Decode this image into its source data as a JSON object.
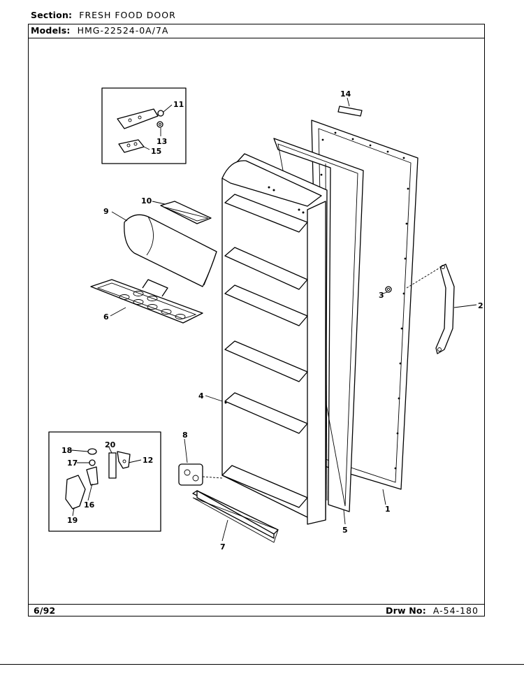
{
  "header": {
    "section_label": "Section:",
    "section_value": "FRESH FOOD DOOR",
    "models_label": "Models:",
    "models_value": "HMG-22524-0A/7A"
  },
  "footer": {
    "date": "6/92",
    "drawing_label": "Drw No:",
    "drawing_value": "A-54-180"
  },
  "callouts": {
    "c1": "1",
    "c2": "2",
    "c3": "3",
    "c4": "4",
    "c5": "5",
    "c6": "6",
    "c7": "7",
    "c8": "8",
    "c9": "9",
    "c10": "10",
    "c11": "11",
    "c12": "12",
    "c13": "13",
    "c14": "14",
    "c15": "15",
    "c16": "16",
    "c17": "17",
    "c18": "18",
    "c19": "19",
    "c20": "20"
  }
}
